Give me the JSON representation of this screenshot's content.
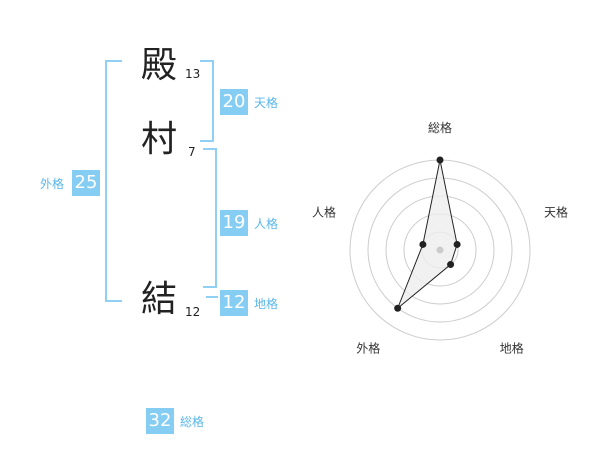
{
  "name": {
    "chars": [
      "殿",
      "村",
      "結"
    ],
    "strokes": [
      "13",
      "7",
      "12"
    ]
  },
  "fortune": {
    "tenkaku": {
      "value": "20",
      "label": "天格"
    },
    "jinkaku": {
      "value": "19",
      "label": "人格"
    },
    "chikaku": {
      "value": "12",
      "label": "地格"
    },
    "gaikaku": {
      "value": "25",
      "label": "外格"
    },
    "soukaku": {
      "value": "32",
      "label": "総格"
    }
  },
  "radar": {
    "axes": [
      "総格",
      "天格",
      "地格",
      "外格",
      "人格"
    ],
    "values": [
      5,
      1,
      1,
      4,
      1
    ],
    "max": 5,
    "colors": {
      "ring": "#cccccc",
      "fill": "#eeeeee",
      "line": "#222222",
      "center": "#cccccc"
    }
  }
}
